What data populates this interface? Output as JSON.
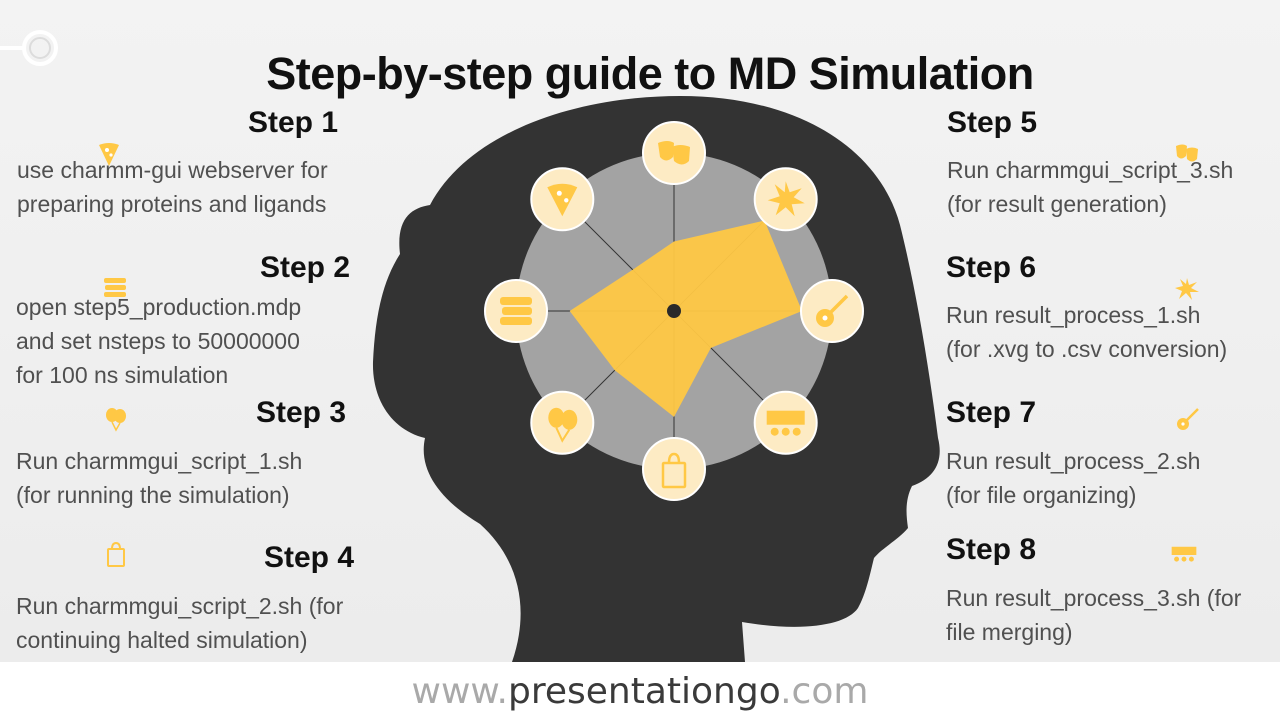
{
  "title": "Step-by-step guide to MD Simulation",
  "footer": {
    "www": "www.",
    "brand": "presentationgo",
    "tld": ".com"
  },
  "colors": {
    "accent": "#ffc845",
    "head": "#333333",
    "disc": "#a3a3a3",
    "icon_bg": "#fdebc4"
  },
  "steps": [
    {
      "title": "Step 1",
      "icon": "pizza-icon",
      "lines": [
        "use charmm-gui webserver for",
        "preparing proteins and ligands"
      ]
    },
    {
      "title": "Step 2",
      "icon": "books-icon",
      "lines": [
        "open step5_production.mdp",
        "and set nsteps to 50000000",
        "for 100 ns simulation"
      ]
    },
    {
      "title": "Step 3",
      "icon": "balloons-icon",
      "lines": [
        "Run charmmgui_script_1.sh",
        "(for running the simulation)"
      ]
    },
    {
      "title": "Step 4",
      "icon": "shopping-bag-icon",
      "lines": [
        "Run charmmgui_script_2.sh (for",
        "continuing halted simulation)"
      ]
    },
    {
      "title": "Step 5",
      "icon": "theater-masks-icon",
      "lines": [
        "Run charmmgui_script_3.sh",
        "(for result generation)"
      ]
    },
    {
      "title": "Step 6",
      "icon": "paint-splash-icon",
      "lines": [
        "Run result_process_1.sh",
        "(for .xvg to .csv conversion)"
      ]
    },
    {
      "title": "Step 7",
      "icon": "guitar-icon",
      "lines": [
        "Run result_process_2.sh",
        "(for file organizing)"
      ]
    },
    {
      "title": "Step 8",
      "icon": "cinema-audience-icon",
      "lines": [
        "Run result_process_3.sh (for",
        "file merging)"
      ]
    }
  ],
  "radar": {
    "axes": [
      "theater-masks",
      "paint-splash",
      "guitar",
      "cinema-audience",
      "shopping-bag",
      "balloons",
      "books",
      "pizza"
    ],
    "values": [
      0.44,
      0.81,
      0.81,
      0.33,
      0.67,
      0.53,
      0.66,
      0.37
    ],
    "max": 1
  }
}
